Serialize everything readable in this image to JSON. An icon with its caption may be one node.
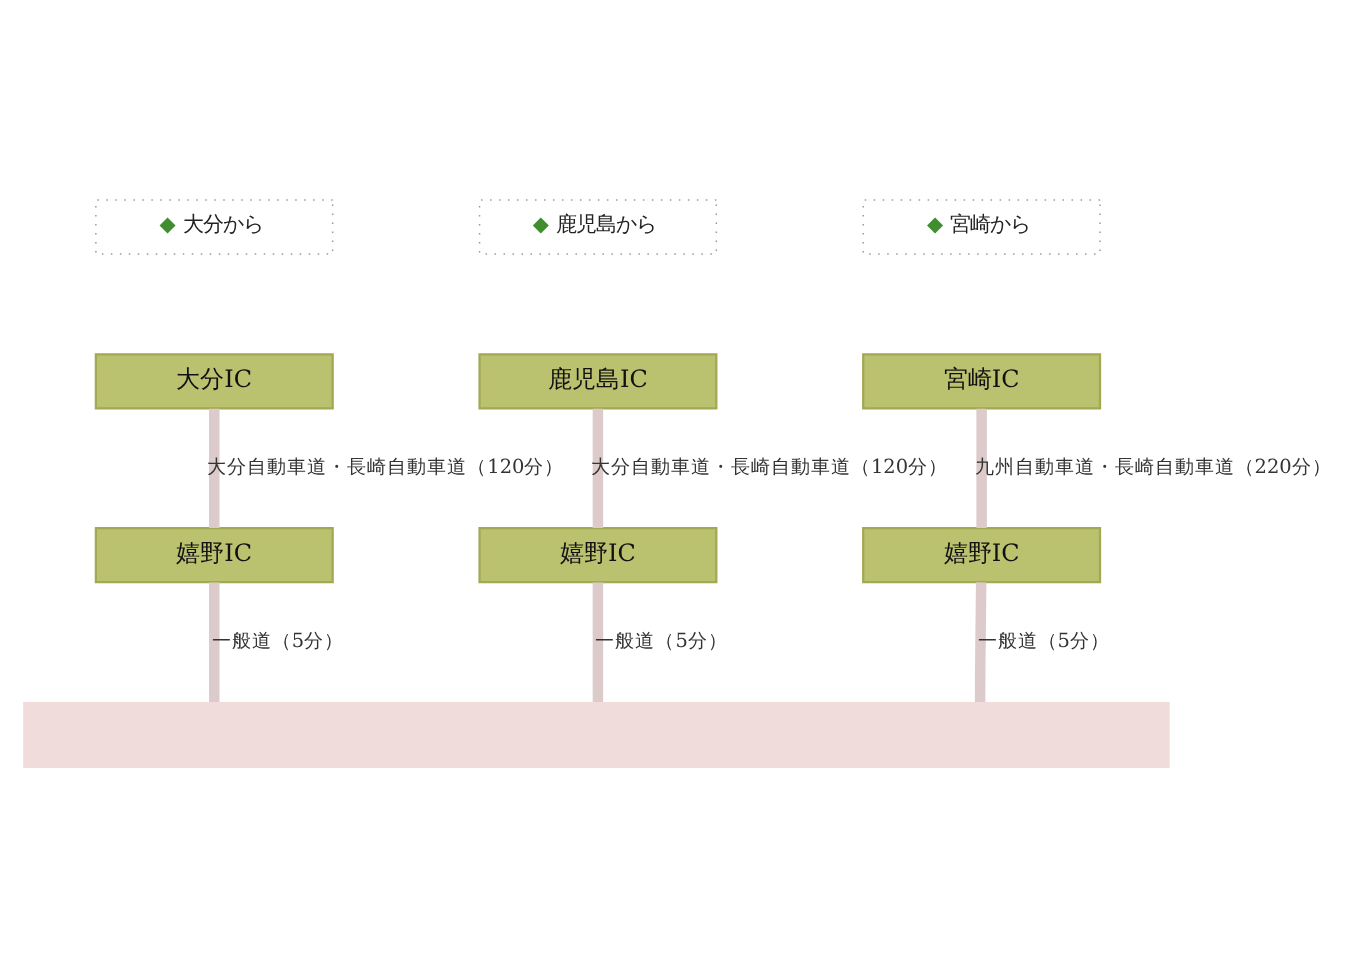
{
  "diagram": {
    "nodes": [
      {
        "text": [
          "◆ 大分から"
        ]
      },
      {
        "text": [
          "◆ 鹿児島から"
        ]
      },
      {
        "text": [
          "◆ 宮崎から"
        ]
      },
      {
        "text": [
          "大分IC"
        ]
      },
      {
        "text": [
          "鹿児島IC"
        ]
      },
      {
        "text": [
          "宮崎IC"
        ]
      },
      {
        "text": [
          "嬉野IC"
        ]
      },
      {
        "text": [
          "嬉野IC"
        ]
      },
      {
        "text": [
          "嬉野IC"
        ]
      },
      {
        "text": [],
        "shape": "bar"
      }
    ],
    "edges": [
      {
        "from": 3,
        "to": 6,
        "arrow": "none",
        "label": "大分自動車道・長崎自動車道（120分）"
      },
      {
        "from": 6,
        "to": 9,
        "arrow": "none",
        "label": "一般道（5分）"
      },
      {
        "from": 4,
        "to": 7,
        "arrow": "none",
        "label": "大分自動車道・長崎自動車道（120分）"
      },
      {
        "from": 7,
        "to": 9,
        "arrow": "none",
        "label": "一般道（5分）"
      },
      {
        "from": 5,
        "to": 8,
        "arrow": "none",
        "label": "九州自動車道・長崎自動車道（220分）"
      },
      {
        "from": 8,
        "to": 9,
        "arrow": "none",
        "label": "一般道（5分）"
      }
    ]
  }
}
